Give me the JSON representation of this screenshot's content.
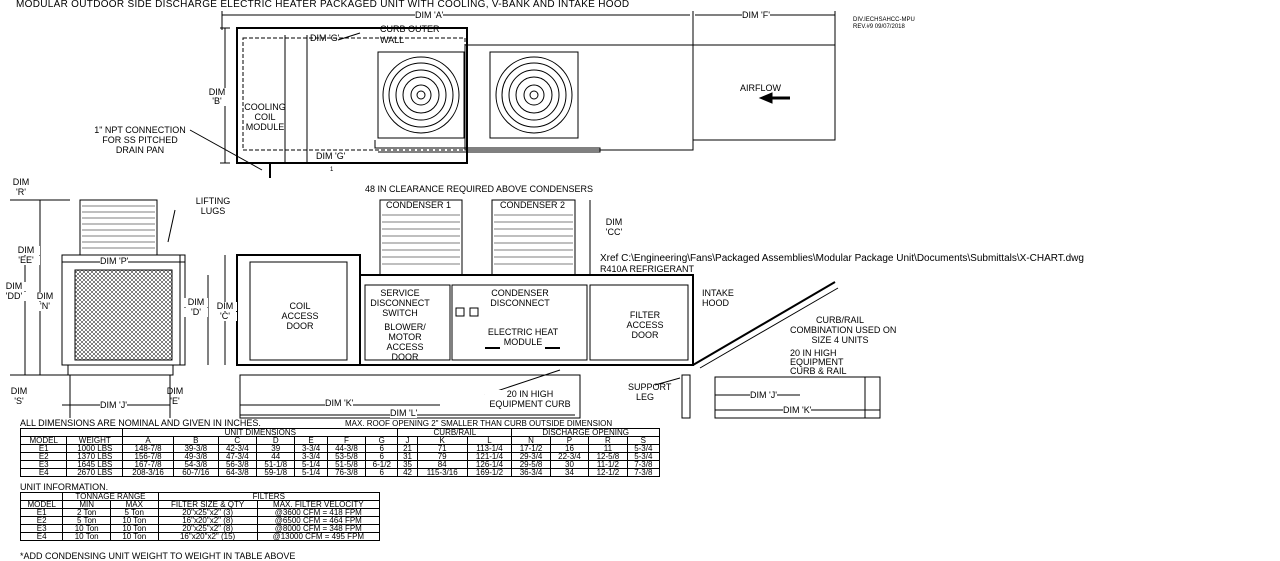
{
  "title": "MODULAR OUTDOOR SIDE DISCHARGE ELECTRIC HEATER PACKAGED UNIT WITH COOLING, V-BANK AND INTAKE HOOD",
  "revision": {
    "drawing_id": "DIV.IECHSAHCC-MPU",
    "rev": "REV.#9   09/07/2018"
  },
  "plan_view": {
    "dim_a": "DIM 'A'",
    "dim_f": "DIM 'F'",
    "dim_g_top": "DIM 'G'",
    "dim_g_bottom": "DIM 'G'",
    "curb_outer_wall": [
      "CURB OUTER",
      "WALL"
    ],
    "dim_b": [
      "DIM",
      "'B'"
    ],
    "cooling_coil_module": [
      "COOLING",
      "COIL",
      "MODULE"
    ],
    "airflow": "AIRFLOW",
    "drain_connection": [
      "1\" NPT CONNECTION",
      "FOR SS PITCHED",
      "DRAIN PAN"
    ],
    "section_mark": "1"
  },
  "elevation_view": {
    "clearance_note": "48 IN CLEARANCE REQUIRED ABOVE CONDENSERS",
    "condenser_1": "CONDENSER 1",
    "condenser_2": "CONDENSER 2",
    "dim_cc": [
      "DIM",
      "'CC'"
    ],
    "xref": "Xref C:\\Engineering\\Fans\\Packaged Assemblies\\Modular Package Unit\\Documents\\Submittals\\X-CHART.dwg",
    "refrigerant": "R410A REFRIGERANT",
    "coil_access_door": [
      "COIL",
      "ACCESS",
      "DOOR"
    ],
    "service_disconnect": [
      "SERVICE",
      "DISCONNECT",
      "SWITCH"
    ],
    "condenser_disconnect": [
      "CONDENSER",
      "DISCONNECT"
    ],
    "blower_door": [
      "BLOWER/",
      "MOTOR",
      "ACCESS",
      "DOOR"
    ],
    "electric_heat": [
      "ELECTRIC HEAT",
      "MODULE"
    ],
    "filter_door": [
      "FILTER",
      "ACCESS",
      "DOOR"
    ],
    "intake_hood": [
      "INTAKE",
      "HOOD"
    ],
    "dim_d": [
      "DIM",
      "'D'"
    ],
    "dim_c": [
      "DIM",
      "'C'"
    ],
    "support_leg": [
      "SUPPORT",
      "LEG"
    ],
    "equipment_curb": [
      "20 IN HIGH",
      "EQUIPMENT CURB"
    ],
    "dim_k": "DIM 'K'",
    "dim_l": "DIM 'L'"
  },
  "end_view": {
    "dim_r": [
      "DIM",
      "'R'"
    ],
    "lifting_lugs": [
      "LIFTING",
      "LUGS"
    ],
    "dim_ee": [
      "DIM",
      "'EE'"
    ],
    "dim_dd": [
      "DIM",
      "'DD'"
    ],
    "dim_p": "DIM 'P'",
    "dim_n": [
      "DIM",
      "'N'"
    ],
    "dim_s": [
      "DIM",
      "'S'"
    ],
    "dim_j": "DIM 'J'",
    "dim_e": [
      "DIM",
      "'E'"
    ]
  },
  "curb_rail_detail": {
    "note": [
      "CURB/RAIL",
      "COMBINATION USED ON",
      "SIZE 4 UNITS"
    ],
    "curb_rail": [
      "20 IN HIGH",
      "EQUIPMENT",
      "CURB & RAIL"
    ],
    "dim_j": "DIM 'J'",
    "dim_k": "DIM 'K'"
  },
  "dimensions_table": {
    "note_left": "ALL DIMENSIONS ARE NOMINAL AND GIVEN IN INCHES.",
    "note_right": "MAX. ROOF OPENING 2\" SMALLER THAN CURB OUTSIDE DIMENSION",
    "groups": [
      "UNIT DIMENSIONS",
      "CURB/RAIL",
      "DISCHARGE OPENING"
    ],
    "headers": [
      "MODEL",
      "WEIGHT",
      "A",
      "B",
      "C",
      "D",
      "E",
      "F",
      "G",
      "J",
      "K",
      "L",
      "N",
      "P",
      "R",
      "S"
    ],
    "rows": [
      [
        "E1",
        "1000 LBS",
        "148-7/8",
        "39-3/8",
        "42-3/4",
        "39",
        "3-3/4",
        "44-3/8",
        "6",
        "21",
        "71",
        "113-1/4",
        "17-1/2",
        "16",
        "11",
        "5-3/4"
      ],
      [
        "E2",
        "1370 LBS",
        "156-7/8",
        "49-3/8",
        "47-3/4",
        "44",
        "3-3/4",
        "53-5/8",
        "6",
        "31",
        "79",
        "121-1/4",
        "29-3/4",
        "22-3/4",
        "12-5/8",
        "5-3/4"
      ],
      [
        "E3",
        "1645 LBS",
        "167-7/8",
        "54-3/8",
        "56-3/8",
        "51-1/8",
        "5-1/4",
        "51-5/8",
        "6-1/2",
        "35",
        "84",
        "126-1/4",
        "29-5/8",
        "30",
        "11-1/2",
        "7-3/8"
      ],
      [
        "E4",
        "2670 LBS",
        "208-3/16",
        "60-7/16",
        "64-3/8",
        "59-1/8",
        "5-1/4",
        "76-3/8",
        "6",
        "42",
        "115-3/16",
        "169-1/2",
        "36-3/4",
        "34",
        "12-1/2",
        "7-3/8"
      ]
    ]
  },
  "unit_info_table": {
    "caption": "UNIT INFORMATION.",
    "groups": [
      "TONNAGE RANGE",
      "FILTERS"
    ],
    "headers": [
      "MODEL",
      "MIN",
      "MAX",
      "FILTER SIZE & QTY",
      "MAX. FILTER VELOCITY"
    ],
    "rows": [
      [
        "E1",
        "2 Ton",
        "5 Ton",
        "20\"x25\"x2\" (3)",
        "@3600 CFM = 418 FPM"
      ],
      [
        "E2",
        "5 Ton",
        "10 Ton",
        "16\"x20\"x2\" (8)",
        "@6500 CFM = 464 FPM"
      ],
      [
        "E3",
        "10 Ton",
        "10 Ton",
        "20\"x25\"x2\" (8)",
        "@8000 CFM = 348 FPM"
      ],
      [
        "E4",
        "10 Ton",
        "10 Ton",
        "16\"x20\"x2\" (15)",
        "@13000 CFM = 495 FPM"
      ]
    ],
    "footnote": "*ADD CONDENSING UNIT WEIGHT TO WEIGHT IN TABLE ABOVE"
  }
}
